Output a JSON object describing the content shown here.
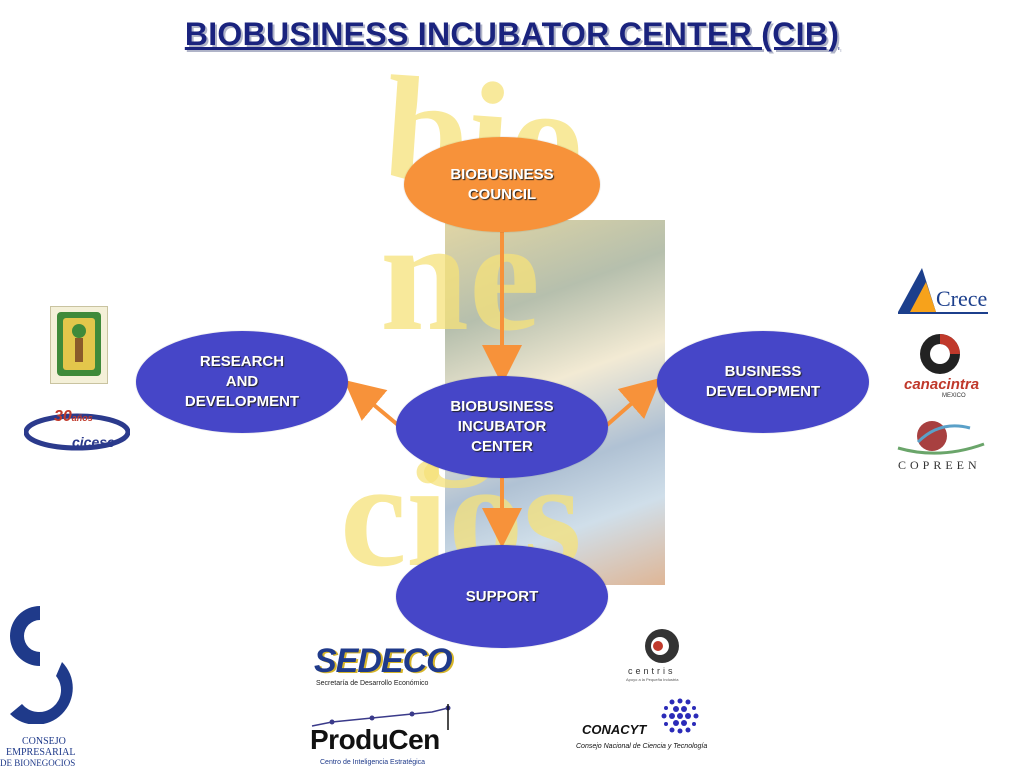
{
  "title": "BIOBUSINESS INCUBATOR CENTER  (CIB)",
  "colors": {
    "node_blue": "#4646c8",
    "node_orange": "#f7923a",
    "arrow": "#f7923a",
    "title": "#1a237e",
    "watermark": "#f6e27a"
  },
  "watermark": {
    "line1": "bio",
    "line2": "ne",
    "line3": "go",
    "line4": "cios"
  },
  "nodes": {
    "council": "BIOBUSINESS\nCOUNCIL",
    "center": "BIOBUSINESS\nINCUBATOR\nCENTER",
    "research": "RESEARCH\nAND\nDEVELOPMENT",
    "business": "BUSINESS\nDEVELOPMENT",
    "support": "SUPPORT"
  },
  "logos": {
    "crece": "Crece",
    "canacintra": "canacintra",
    "canacintra_sub": "MEXICO",
    "copreen": "COPREEN",
    "cicese_years": "30",
    "cicese_years_word": "años",
    "cicese": "cicese",
    "sedeco": "SEDECO",
    "sedeco_sub": "Secretaría de Desarrollo Económico",
    "producen": "ProduCen",
    "producen_sub": "Centro de Inteligencia Estratégica",
    "centris": "centris",
    "centris_sub": "Apoyo a la Pequeña Industria",
    "conacyt": "CONACYT",
    "conacyt_sub": "Consejo Nacional de Ciencia y Tecnología",
    "consejo_line1": "CONSEJO",
    "consejo_line2": "EMPRESARIAL",
    "consejo_line3": "DE BIONEGOCIOS"
  }
}
